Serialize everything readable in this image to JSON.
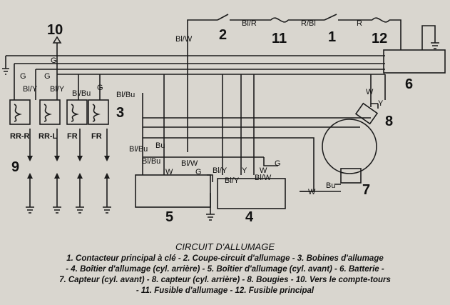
{
  "numbers": {
    "n1": "1",
    "n2": "2",
    "n3": "3",
    "n4": "4",
    "n5": "5",
    "n6": "6",
    "n7": "7",
    "n8": "8",
    "n9": "9",
    "n10": "10",
    "n11": "11",
    "n12": "12"
  },
  "wires": {
    "bl_r": "Bl/R",
    "r_bl": "R/Bl",
    "r": "R",
    "bl_w_top": "Bl/W",
    "g1": "G",
    "g2": "G",
    "g3": "G",
    "bl_y_left": "Bl/Y",
    "bl_y_mid": "Bl/Y",
    "bl_bu_a": "Bl/Bu",
    "g4": "G",
    "bl_bu_b": "Bl/Bu",
    "w_batt": "W",
    "y_batt": "Y",
    "bl_bu_5a": "Bl/Bu",
    "bu_5": "Bu",
    "bl_bu_5b": "Bl/Bu",
    "w_5": "W",
    "bl_w_4": "Bl/W",
    "g_4": "G",
    "bl_y_4a": "Bl/Y",
    "y_4": "Y",
    "w_4": "W",
    "g_4r": "G",
    "bl_y_4b": "Bl/Y",
    "bl_w_4b": "Bl/W",
    "bu_7": "Bu",
    "w_7": "W"
  },
  "coil_labels": [
    "RR-R",
    "RR-L",
    "FR",
    "FR"
  ],
  "caption": {
    "title": "CIRCUIT D'ALLUMAGE",
    "lines": [
      "1. Contacteur principal à clé - 2. Coupe-circuit d'allumage - 3. Bobines d'allumage",
      "- 4. Boîtier d'allumage (cyl. arrière) - 5. Boîtier d'allumage (cyl. avant) - 6. Batterie -",
      "7. Capteur (cyl. avant) - 8. capteur (cyl. arrière) - 8. Bougies - 10. Vers le compte-tours",
      "- 11. Fusible d'allumage - 12. Fusible principal"
    ]
  }
}
